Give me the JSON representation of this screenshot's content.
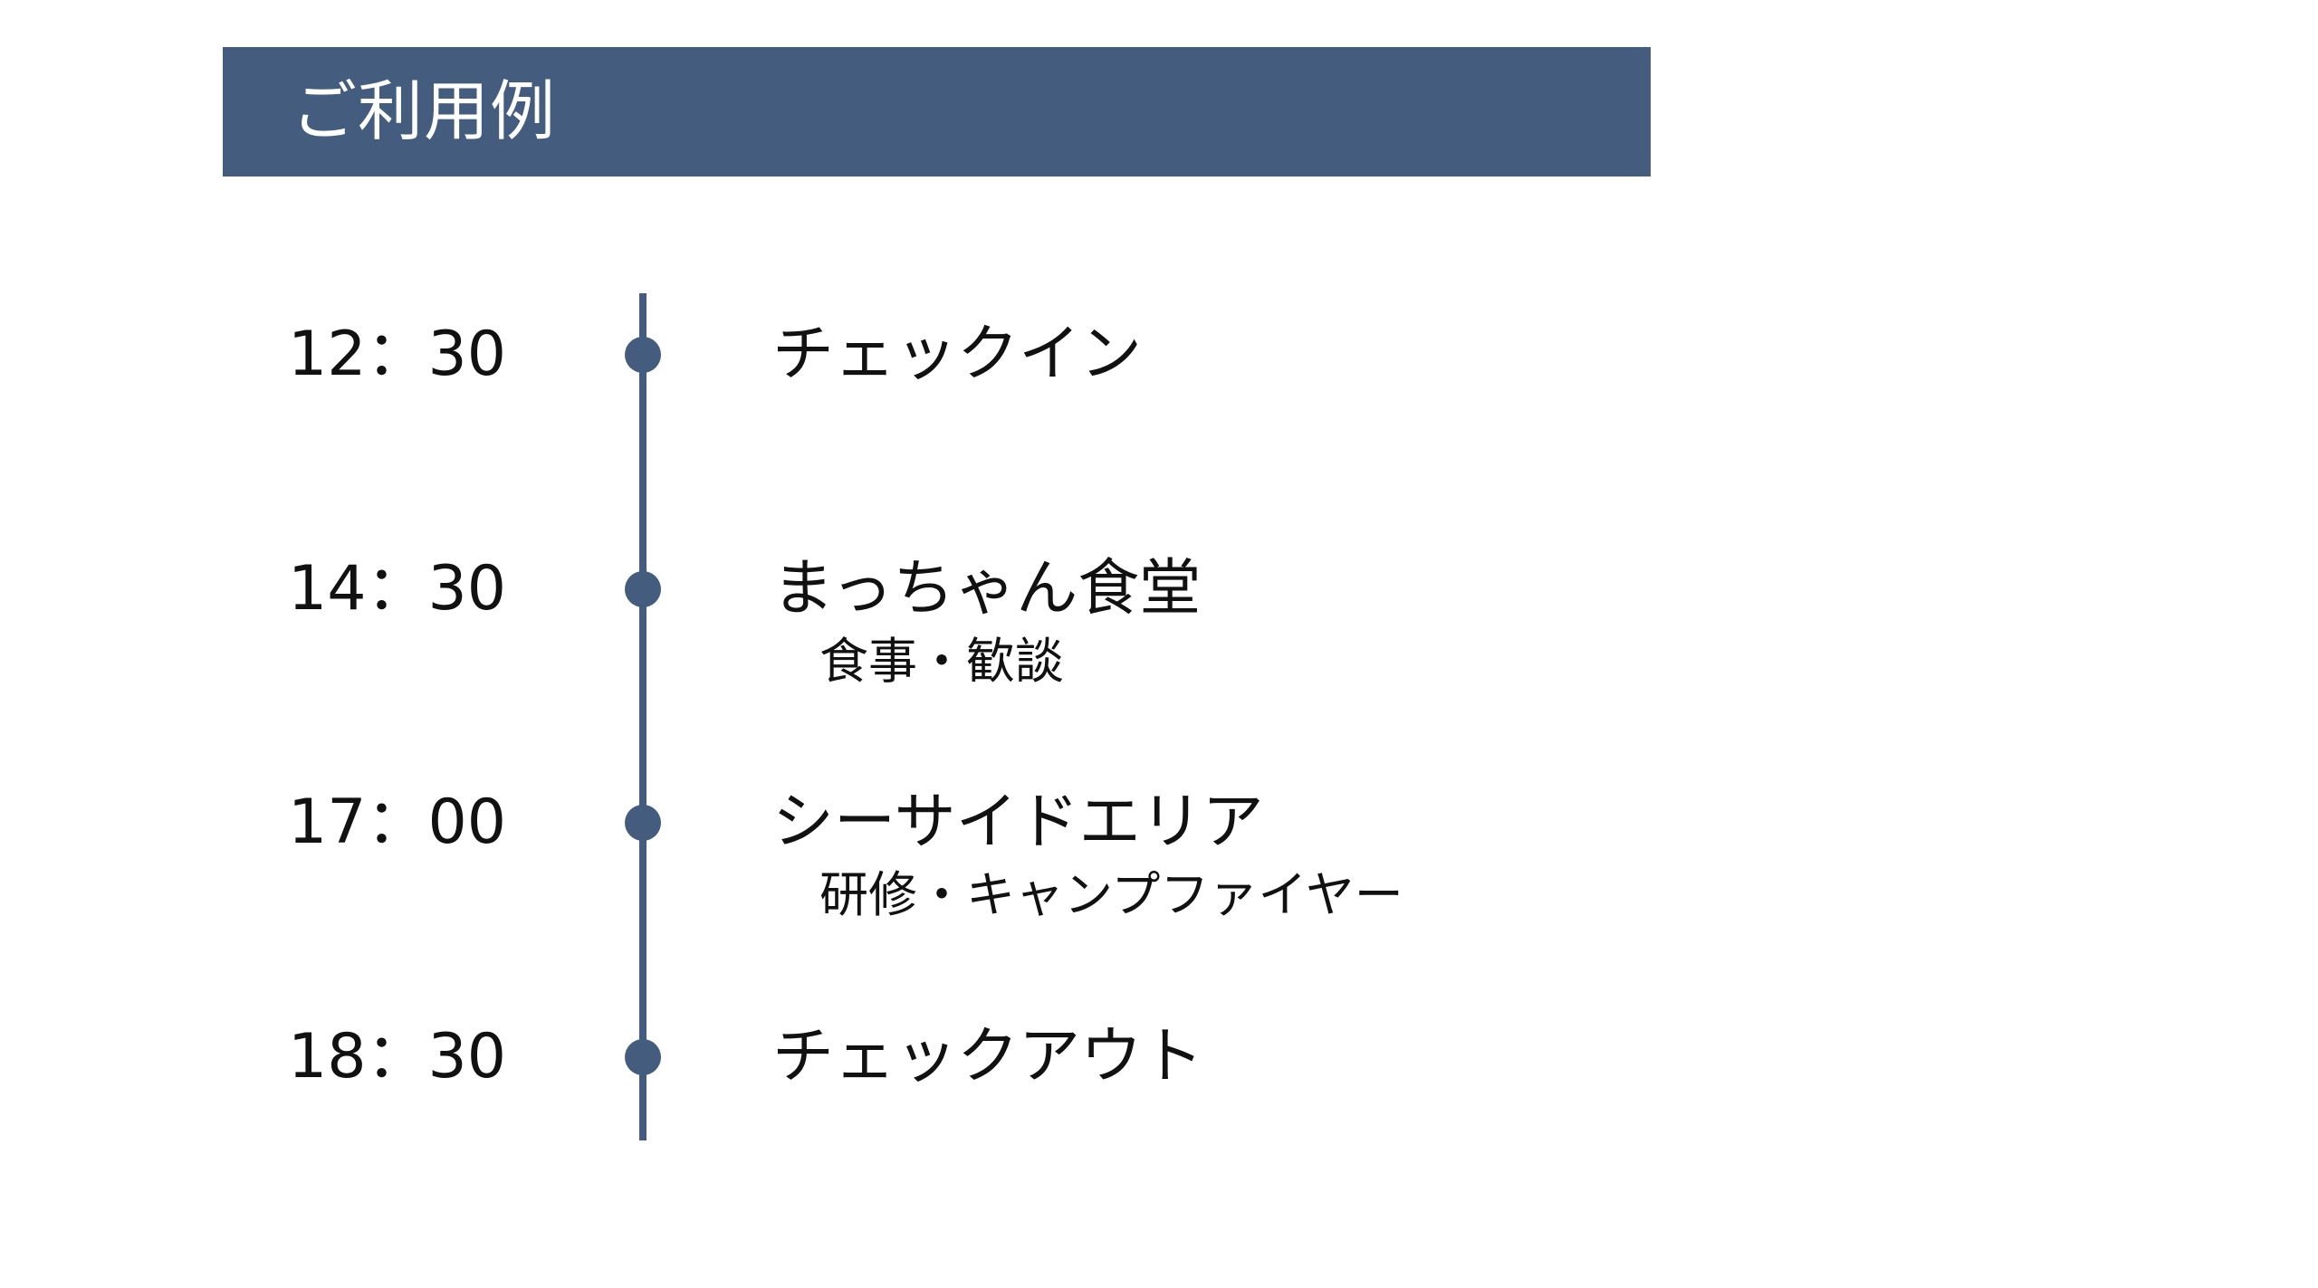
{
  "title": "ご利用例",
  "colors": {
    "accent": "#445d7f",
    "title_text": "#ffffff",
    "body_text": "#111111"
  },
  "events": [
    {
      "time": "12：30",
      "label": "チェックイン",
      "sub": ""
    },
    {
      "time": "14：30",
      "label": "まっちゃん食堂",
      "sub": "食事・歓談"
    },
    {
      "time": "17：00",
      "label": "シーサイドエリア",
      "sub": "研修・キャンプファイヤー"
    },
    {
      "time": "18：30",
      "label": "チェックアウト",
      "sub": ""
    }
  ]
}
